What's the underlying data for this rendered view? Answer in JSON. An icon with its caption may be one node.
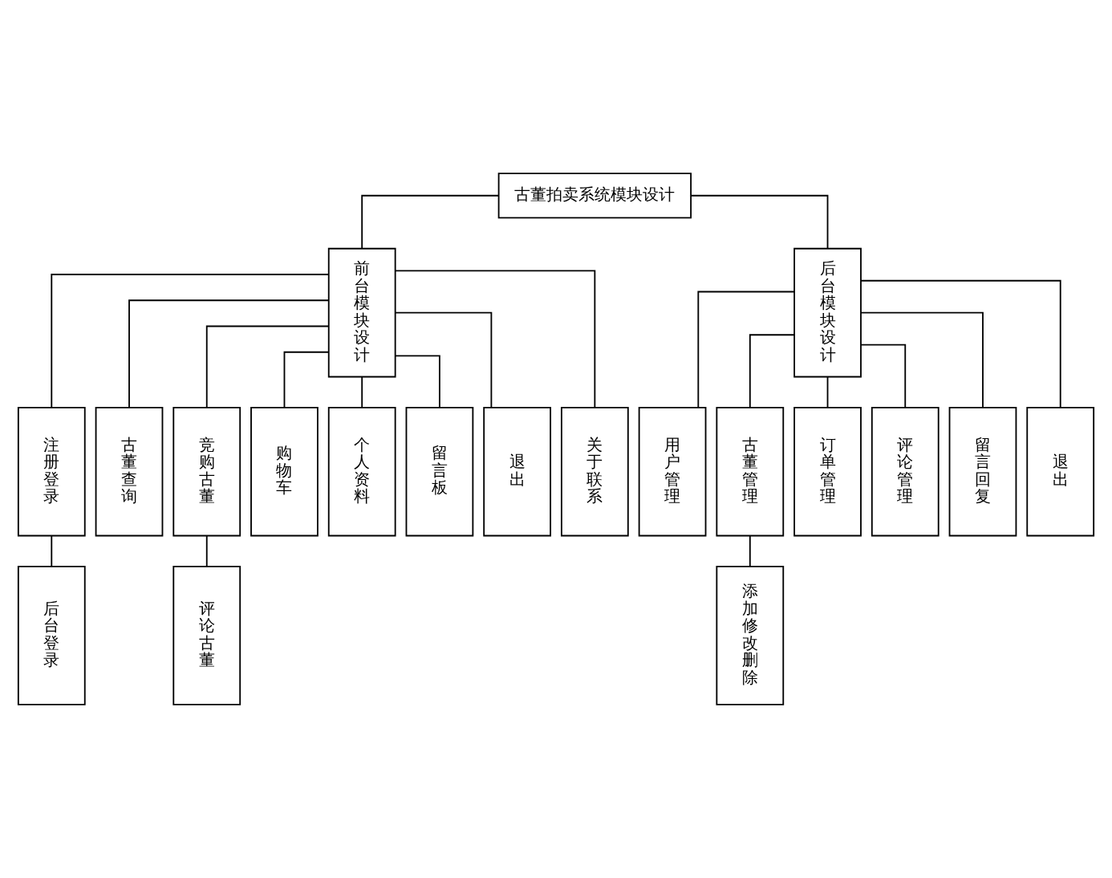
{
  "diagram": {
    "nodes": [
      {
        "text": [
          "古董拍卖系统模块设计"
        ]
      },
      {
        "text": [
          "前台模块设计"
        ]
      },
      {
        "text": [
          "后台模块设计"
        ]
      },
      {
        "text": [
          "注册登录"
        ]
      },
      {
        "text": [
          "古董查询"
        ]
      },
      {
        "text": [
          "竞购古董"
        ]
      },
      {
        "text": [
          "购物车"
        ]
      },
      {
        "text": [
          "个人资料"
        ]
      },
      {
        "text": [
          "留言板"
        ]
      },
      {
        "text": [
          "退出"
        ]
      },
      {
        "text": [
          "关于联系"
        ]
      },
      {
        "text": [
          "用户管理"
        ]
      },
      {
        "text": [
          "古董管理"
        ]
      },
      {
        "text": [
          "订单管理"
        ]
      },
      {
        "text": [
          "评论管理"
        ]
      },
      {
        "text": [
          "留言回复"
        ]
      },
      {
        "text": [
          "退出"
        ]
      },
      {
        "text": [
          "后台登录"
        ]
      },
      {
        "text": [
          "评论古董"
        ]
      },
      {
        "text": [
          "添加修改删除"
        ]
      }
    ],
    "edges": [
      {
        "from": 0,
        "to": 1,
        "arrow": "none"
      },
      {
        "from": 0,
        "to": 2,
        "arrow": "none"
      },
      {
        "from": 1,
        "to": 3,
        "arrow": "none"
      },
      {
        "from": 1,
        "to": 4,
        "arrow": "none"
      },
      {
        "from": 1,
        "to": 5,
        "arrow": "none"
      },
      {
        "from": 1,
        "to": 6,
        "arrow": "none"
      },
      {
        "from": 1,
        "to": 7,
        "arrow": "none"
      },
      {
        "from": 1,
        "to": 8,
        "arrow": "none"
      },
      {
        "from": 1,
        "to": 9,
        "arrow": "none"
      },
      {
        "from": 1,
        "to": 10,
        "arrow": "none"
      },
      {
        "from": 2,
        "to": 11,
        "arrow": "none"
      },
      {
        "from": 2,
        "to": 12,
        "arrow": "none"
      },
      {
        "from": 2,
        "to": 13,
        "arrow": "none"
      },
      {
        "from": 2,
        "to": 14,
        "arrow": "none"
      },
      {
        "from": 2,
        "to": 15,
        "arrow": "none"
      },
      {
        "from": 2,
        "to": 16,
        "arrow": "none"
      },
      {
        "from": 3,
        "to": 17,
        "arrow": "none"
      },
      {
        "from": 5,
        "to": 18,
        "arrow": "none"
      },
      {
        "from": 12,
        "to": 19,
        "arrow": "none"
      }
    ]
  }
}
